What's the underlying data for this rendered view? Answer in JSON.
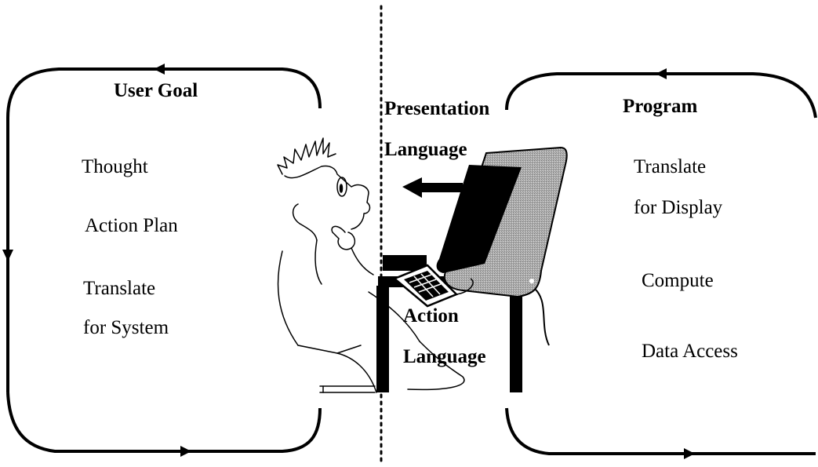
{
  "user_side": {
    "title": "User Goal",
    "items": [
      "Thought",
      "Action Plan",
      "Translate",
      "for System"
    ]
  },
  "program_side": {
    "title": "Program",
    "items": [
      "Translate",
      "for Display",
      "Compute",
      "Data Access"
    ]
  },
  "middle": {
    "presentation_line1": "Presentation",
    "presentation_line2": "Language",
    "action_line1": "Action",
    "action_line2": "Language"
  },
  "colors": {
    "ink": "#000000",
    "screen_gray": "#a8a8a8",
    "paper": "#ffffff"
  }
}
